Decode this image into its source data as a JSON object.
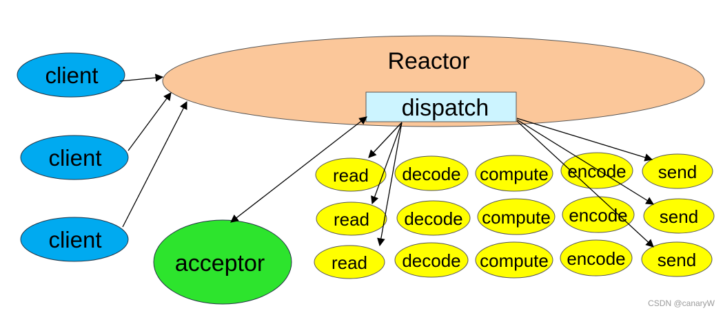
{
  "reactor": {
    "label": "Reactor"
  },
  "dispatch": {
    "label": "dispatch"
  },
  "acceptor": {
    "label": "acceptor"
  },
  "clients": [
    {
      "label": "client"
    },
    {
      "label": "client"
    },
    {
      "label": "client"
    }
  ],
  "pipeline_rows": [
    {
      "read": "read",
      "decode": "decode",
      "compute": "compute",
      "encode": "encode",
      "send": "send"
    },
    {
      "read": "read",
      "decode": "decode",
      "compute": "compute",
      "encode": "encode",
      "send": "send"
    },
    {
      "read": "read",
      "decode": "decode",
      "compute": "compute",
      "encode": "encode",
      "send": "send"
    }
  ],
  "colors": {
    "reactor_fill": "#fbc79a",
    "client_fill": "#00aaf0",
    "dispatch_fill": "#ccf4ff",
    "acceptor_fill": "#2de42d",
    "task_fill": "#ffff00"
  },
  "watermark": "CSDN @canaryW"
}
